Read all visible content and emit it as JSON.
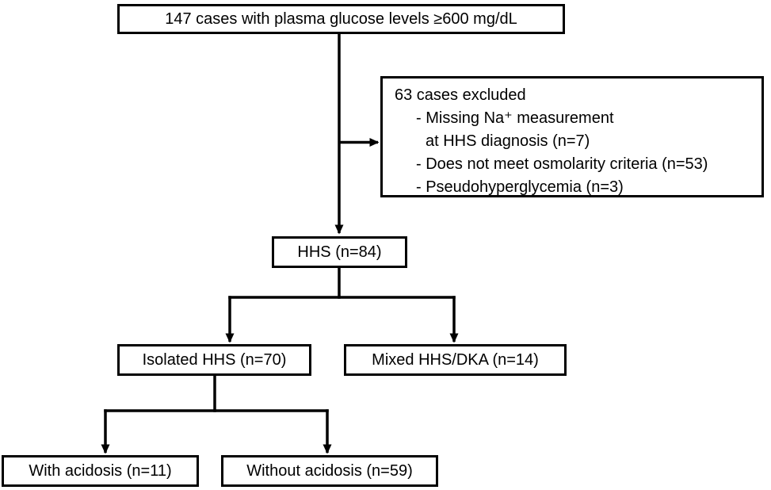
{
  "diagram": {
    "type": "flowchart",
    "background_color": "#ffffff",
    "line_color": "#000000",
    "box_border_color": "#000000",
    "text_color": "#000000",
    "nodes": {
      "top": {
        "text": "147 cases with plasma glucose levels ≥600 mg/dL"
      },
      "excluded": {
        "title": "63 cases excluded",
        "items": [
          {
            "text": "- Missing Na⁺ measurement",
            "indent": 1
          },
          {
            "text": "at HHS diagnosis (n=7)",
            "indent": 2
          },
          {
            "text": "- Does not meet osmolarity criteria (n=53)",
            "indent": 1
          },
          {
            "text": "- Pseudohyperglycemia (n=3)",
            "indent": 1
          }
        ]
      },
      "hhs": {
        "text": "HHS (n=84)"
      },
      "isolated": {
        "text": "Isolated HHS (n=70)"
      },
      "mixed": {
        "text": "Mixed HHS/DKA (n=14)"
      },
      "with_acidosis": {
        "text": "With acidosis (n=11)"
      },
      "without_acidosis": {
        "text": "Without acidosis (n=59)"
      }
    },
    "edges": [
      {
        "from": "top",
        "to": "hhs",
        "arrow": true
      },
      {
        "from": "top",
        "to": "excluded",
        "arrow": true
      },
      {
        "from": "hhs",
        "to": "isolated",
        "arrow": true
      },
      {
        "from": "hhs",
        "to": "mixed",
        "arrow": true
      },
      {
        "from": "isolated",
        "to": "with_acidosis",
        "arrow": true
      },
      {
        "from": "isolated",
        "to": "without_acidosis",
        "arrow": true
      }
    ]
  }
}
